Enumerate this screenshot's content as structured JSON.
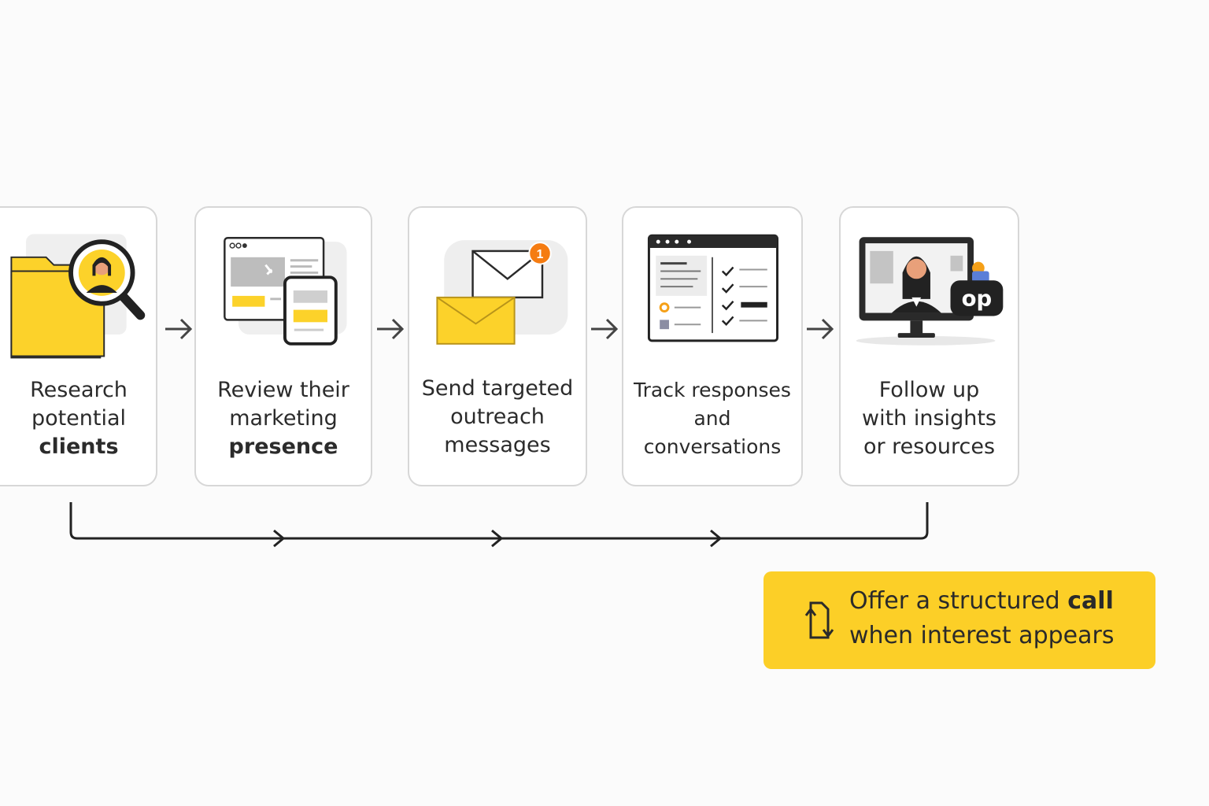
{
  "steps": [
    {
      "line1": "Research",
      "line2": "potential",
      "line3": "clients",
      "icon": "folder-search-icon"
    },
    {
      "line1": "Review their",
      "line2": "marketing",
      "line3": "presence",
      "icon": "website-mobile-icon"
    },
    {
      "line1": "Send targeted",
      "line2": "outreach",
      "line3": "messages",
      "icon": "envelope-icon",
      "badge": "1"
    },
    {
      "line1": "Track responses",
      "line2": "and",
      "line3": "conversations",
      "icon": "checklist-window-icon"
    },
    {
      "line1": "Follow up",
      "line2": "with insights",
      "line3": "or resources",
      "icon": "video-call-icon",
      "chip": "op"
    }
  ],
  "cta": {
    "text_start": "Offer a structured ",
    "text_bold": "call",
    "line2": "when interest appears",
    "icon": "refresh-document-icon"
  },
  "colors": {
    "accent": "#fccf27",
    "badge": "#f57c12",
    "dark": "#222222"
  }
}
